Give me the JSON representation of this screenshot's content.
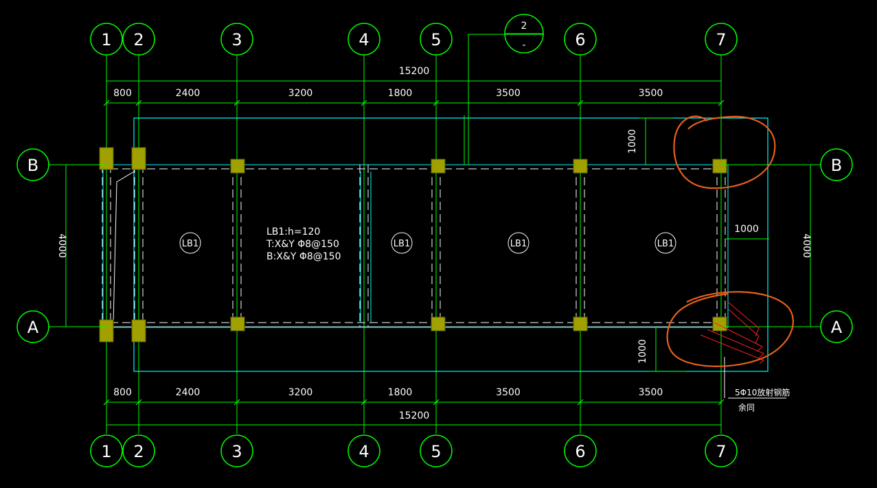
{
  "colors": {
    "background": "#000000",
    "axis": "#00ff00",
    "grid_line": "#ffffff",
    "outline": "#00ffff",
    "column": "#a0a000",
    "beam_dash": "#ffffff",
    "annotation": "#e8601c",
    "rebar": "#ff2020"
  },
  "columns_axes": [
    "1",
    "2",
    "3",
    "4",
    "5",
    "6",
    "7"
  ],
  "row_axes": [
    "B",
    "A"
  ],
  "section_marker": {
    "top": "2",
    "bottom": "-"
  },
  "dimensions": {
    "overall_top": "15200",
    "overall_bottom": "15200",
    "spans_top": [
      "800",
      "2400",
      "3200",
      "1800",
      "3500",
      "3500"
    ],
    "spans_bottom": [
      "800",
      "2400",
      "3200",
      "1800",
      "3500",
      "3500"
    ],
    "left_height": "4000",
    "right_height": "4000",
    "overhang_top": "1000",
    "overhang_bottom": "1000",
    "overhang_right": "1000"
  },
  "slab_labels": [
    "LB1",
    "LB1",
    "LB1",
    "LB1"
  ],
  "slab_note": [
    "LB1:h=120",
    "T:X&Y Φ8@150",
    "B:X&Y Φ8@150"
  ],
  "rebar_note": {
    "line1": "5Φ10放射钢筋",
    "line2": "余同"
  }
}
